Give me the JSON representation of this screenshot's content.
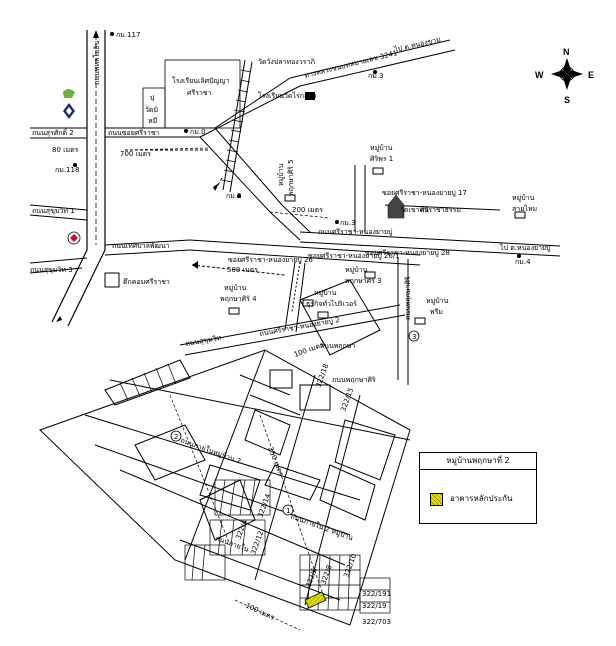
{
  "compass": {
    "n": "N",
    "s": "S",
    "e": "E",
    "w": "W"
  },
  "labels": {
    "km117": "กม.117",
    "rd_main_vertical": "ถนนพหลโยธิน",
    "school_1": "โรงเรียนเลิศปัญญา",
    "school_1b": "ศรีราชา",
    "small_box_1": "ปุ",
    "small_box_2": "วัดมิ",
    "small_box_3": "หมี",
    "temple_top": "วัดวังปลาทองวราภิ",
    "rd_top_diag": "ทางหลวงชนบทหมายเลข 3241",
    "km3_top": "กม.3",
    "to_nongkham": "ไป ต.หนองขาม",
    "school_2": "โรงเรียนวัดไร่กล้วย",
    "rd_surasak2": "ถนนสุรศักดิ์ 2",
    "rd_horiz_mid": "ถนนซอยศรีราชา",
    "km0": "กม.0",
    "dist_80": "80 เมตร",
    "dist_700": "700 เมตร",
    "km118": "กม.118",
    "village_1": "หมู่บ้าน",
    "village_1b": "ศิริพร 1",
    "village_5": "หมู่บ้าน",
    "village_5b": "พฤกษาศิริ 5",
    "km2": "กม.2",
    "soi17": "ซอยศรีราชา-หนองยายบู่ 17",
    "temple_mid": "วัดเขาดิน",
    "temple_mid2": "ศรีราชาธรรม",
    "dist_200": "200 เมตร",
    "km3_mid": "กม.3",
    "village_right": "หมู่บ้าน",
    "village_rightb": "สายไหม",
    "rd_left_1": "ถนนสุขุมวิท 1",
    "rd_srn": "ถนนศรีราชา-หนองยายบู่",
    "to_nongyaibu": "ไป ต.หนองยายบู่",
    "km4": "กม.4",
    "soi28": "ซอยศรีราชา-หนองยายบู่ 28",
    "rd_left_2": "ถนนเทศบาลพัฒนา",
    "rd_left_3": "ถนนสุขุมวิท 3",
    "soi26": "ซอยศรีราชา-หนองยายบู่ 26",
    "soi26_1": "ซอยศรีราชา-หนองยายบู่ 26/1",
    "village_3": "หมู่บ้าน",
    "village_3b": "พฤกษาศิริ 3",
    "dist_500": "500 เมตร",
    "bldg_kk": "ตึกคอมศรีราชา",
    "village_4": "หมู่บ้าน",
    "village_4b": "พฤกษาศิริ 4",
    "village_tk": "หมู่บ้าน",
    "village_tkb": "ธุรกิจทั่วไปริเวอร์",
    "village_nr": "หมู่บ้าน",
    "village_nrb": "พรีม",
    "rd_sukhum": "ถนนสุขุมวิท",
    "rd_lower_diag": "ถนนศรีราชา-หนองยายบู่ 2",
    "rd_local": "ถนนพฤกษา",
    "dist_100_top": "100 เมตร",
    "rd_local2": "ถนนพฤกษาศิริ",
    "circle_2": "2",
    "circle_3": "3",
    "circle_1": "1",
    "dist_250": "250 เมตร",
    "rd_inner_1": "ถนนภายในหมู่บ้าน 2",
    "rd_inner_2": "ถนนภายใน 2 หมู่บ้าน",
    "rd_inner_3": "ถนนภายใน",
    "dist_100_bottom": "100 เมตร",
    "p1": "322/18",
    "p2": "322/15",
    "p3": "322/14",
    "p4": "322/12",
    "p5": "322/4",
    "p6": "322/6",
    "p7": "322/8",
    "p8": "322/10",
    "p9": "322/191",
    "p10": "322/19",
    "p11": "322/703"
  },
  "legend": {
    "title": "หมู่บ้านพฤกษาที่ 2",
    "item": "อาคารหลักประกัน"
  }
}
